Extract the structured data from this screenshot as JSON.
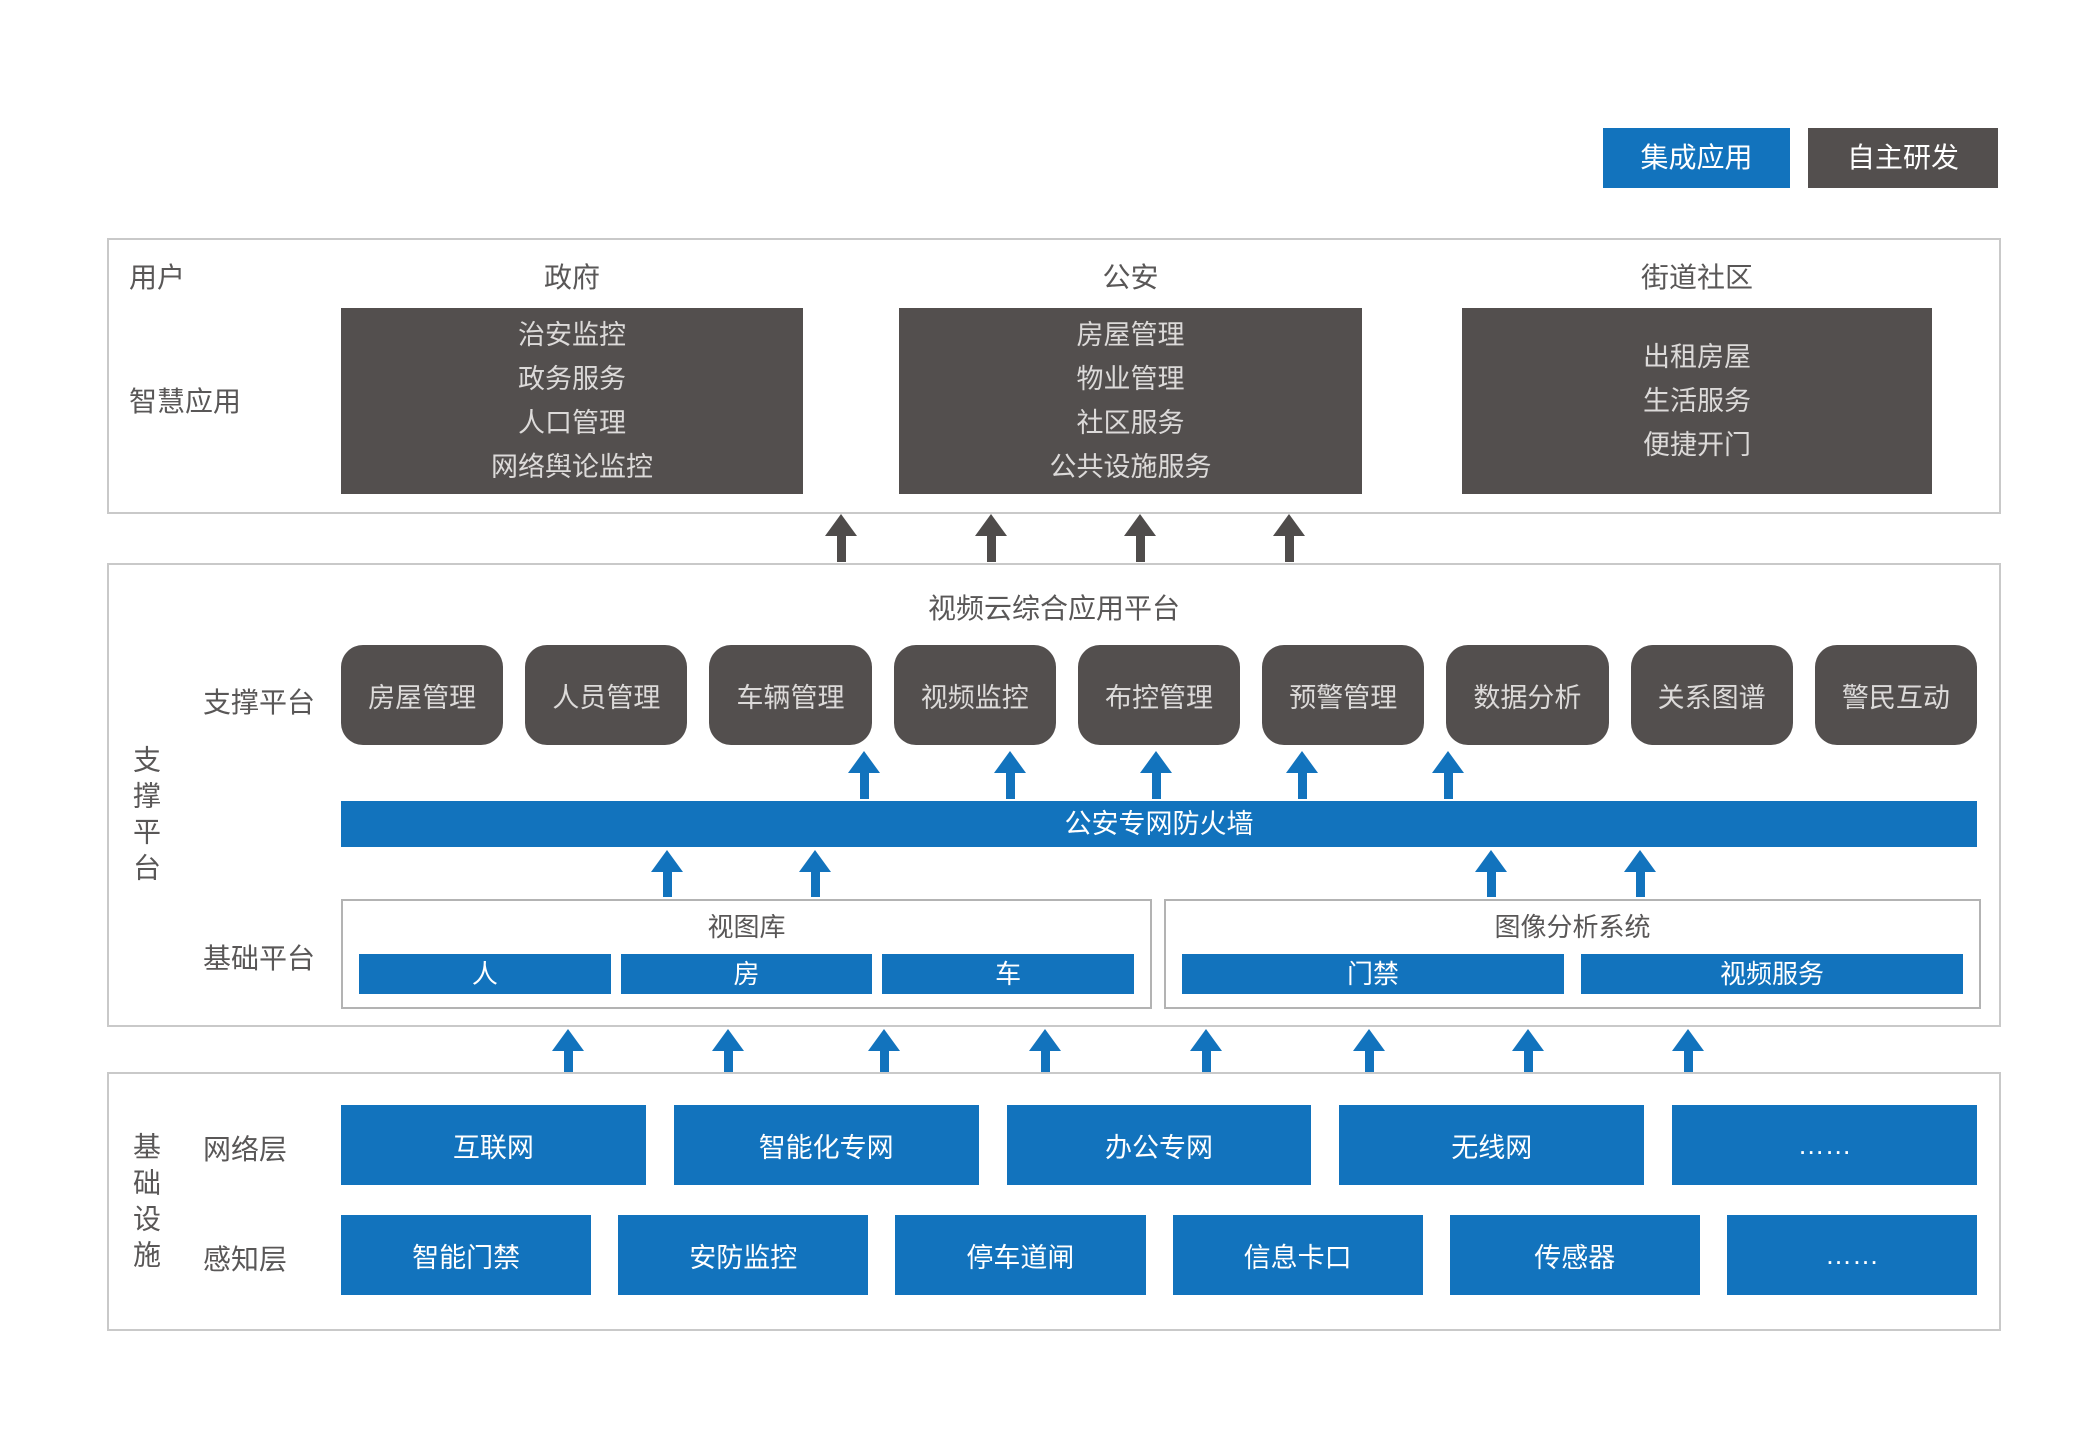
{
  "colors": {
    "accent_blue": "#1273bd",
    "box_dark": "#534f4e"
  },
  "legend": {
    "integrated": "集成应用",
    "self_developed": "自主研发"
  },
  "users_section": {
    "row_label_top": "用户",
    "row_label_bottom": "智慧应用",
    "columns": [
      {
        "header": "政府",
        "apps": [
          "治安监控",
          "政务服务",
          "人口管理",
          "网络舆论监控"
        ]
      },
      {
        "header": "公安",
        "apps": [
          "房屋管理",
          "物业管理",
          "社区服务",
          "公共设施服务"
        ]
      },
      {
        "header": "街道社区",
        "apps": [
          "出租房屋",
          "生活服务",
          "便捷开门"
        ]
      }
    ]
  },
  "support_section": {
    "side_label": "支撑平台",
    "platform_title": "视频云综合应用平台",
    "support_row_label": "支撑平台",
    "apps": [
      "房屋管理",
      "人员管理",
      "车辆管理",
      "视频监控",
      "布控管理",
      "预警管理",
      "数据分析",
      "关系图谱",
      "警民互动"
    ],
    "firewall_label": "公安专网防火墙",
    "base_row_label": "基础平台",
    "video_library": {
      "title": "视图库",
      "items": [
        "人",
        "房",
        "车"
      ]
    },
    "image_analysis": {
      "title": "图像分析系统",
      "items": [
        "门禁",
        "视频服务"
      ]
    }
  },
  "infra_section": {
    "side_label": "基础设施",
    "network_row_label": "网络层",
    "network_items": [
      "互联网",
      "智能化专网",
      "办公专网",
      "无线网",
      "……"
    ],
    "sensor_row_label": "感知层",
    "sensor_items": [
      "智能门禁",
      "安防监控",
      "停车道闸",
      "信息卡口",
      "传感器",
      "……"
    ]
  }
}
